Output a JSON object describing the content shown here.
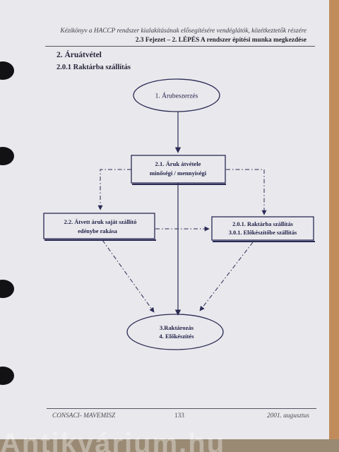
{
  "header": {
    "line1": "Kézikönyv a HACCP rendszer kialakításának elősegítésére vendéglátók, közétkeztetők részére",
    "line2": "2.3 Fejezet – 2. LÉPÉS A rendszer építési munka megkezdése"
  },
  "section": {
    "title": "2. Áruátvétel",
    "subtitle": "2.0.1 Raktárba szállítás"
  },
  "diagram": {
    "start": [
      "1. Árubeszerzés"
    ],
    "receive": [
      "2.1. Áruk átvétele",
      "minőségi / mennyiségi"
    ],
    "own_container": [
      "2.2. Átvett áruk saját szállító",
      "edénybe rakása"
    ],
    "to_store": [
      "2.0.1. Raktárba szállítás",
      "3.0.1. Előkészítőbe szállítás"
    ],
    "storage": [
      "3.Raktározás",
      "4. Előkészítés"
    ]
  },
  "footer": {
    "left": "CONSACI- MAVEMISZ",
    "page": "133",
    "date": "2001. augusztus"
  },
  "watermark": "Antikvárium.hu",
  "colors": {
    "ink": "#22224a",
    "paper": "#e9e8ec"
  }
}
